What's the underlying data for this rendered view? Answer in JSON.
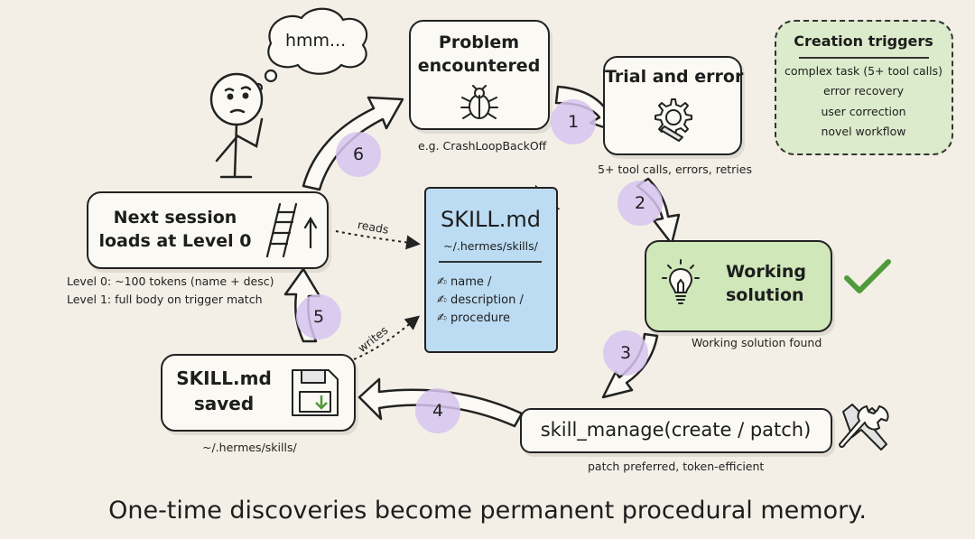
{
  "thought_bubble": {
    "text": "hmm..."
  },
  "problem": {
    "title_line1": "Problem",
    "title_line2": "encountered",
    "icon": "bug-icon",
    "caption": "e.g. CrashLoopBackOff"
  },
  "trial": {
    "title": "Trial and error",
    "icon": "gear-wrench-icon",
    "caption": "5+ tool calls, errors, retries"
  },
  "creation_triggers": {
    "title": "Creation triggers",
    "items": [
      "complex task (5+ tool calls)",
      "error recovery",
      "user correction",
      "novel workflow"
    ]
  },
  "working": {
    "title_line1": "Working",
    "title_line2": "solution",
    "icon": "lightbulb-icon",
    "check_icon": "checkmark-icon",
    "caption": "Working solution found"
  },
  "skill_manage": {
    "label": "skill_manage(create / patch)",
    "icon": "hammer-wrench-icon",
    "caption": "patch preferred, token-efficient"
  },
  "saved": {
    "title_line1": "SKILL.md",
    "title_line2": "saved",
    "icon": "floppy-disk-icon",
    "caption": "~/.hermes/skills/"
  },
  "next_session": {
    "title_line1": "Next session",
    "title_line2": "loads at Level 0",
    "icon": "ladder-icon",
    "caption_line1": "Level 0: ~100 tokens (name + desc)",
    "caption_line2": "Level 1: full body on trigger match"
  },
  "skill_file": {
    "title": "SKILL.md",
    "path": "~/.hermes/skills/",
    "fields": [
      "name /",
      "description /",
      "procedure"
    ]
  },
  "edge_labels": {
    "reads": "reads",
    "writes": "writes"
  },
  "steps": [
    "1",
    "2",
    "3",
    "4",
    "5",
    "6"
  ],
  "tagline": "One-time discoveries become permanent procedural memory.",
  "colors": {
    "background": "#f3efe6",
    "step_circle": "#d6c4ee",
    "working_fill": "#cfe7b9",
    "triggers_fill": "#dcebcc",
    "skill_file_fill": "#bcdcf3",
    "check_green": "#4f9a3a"
  }
}
